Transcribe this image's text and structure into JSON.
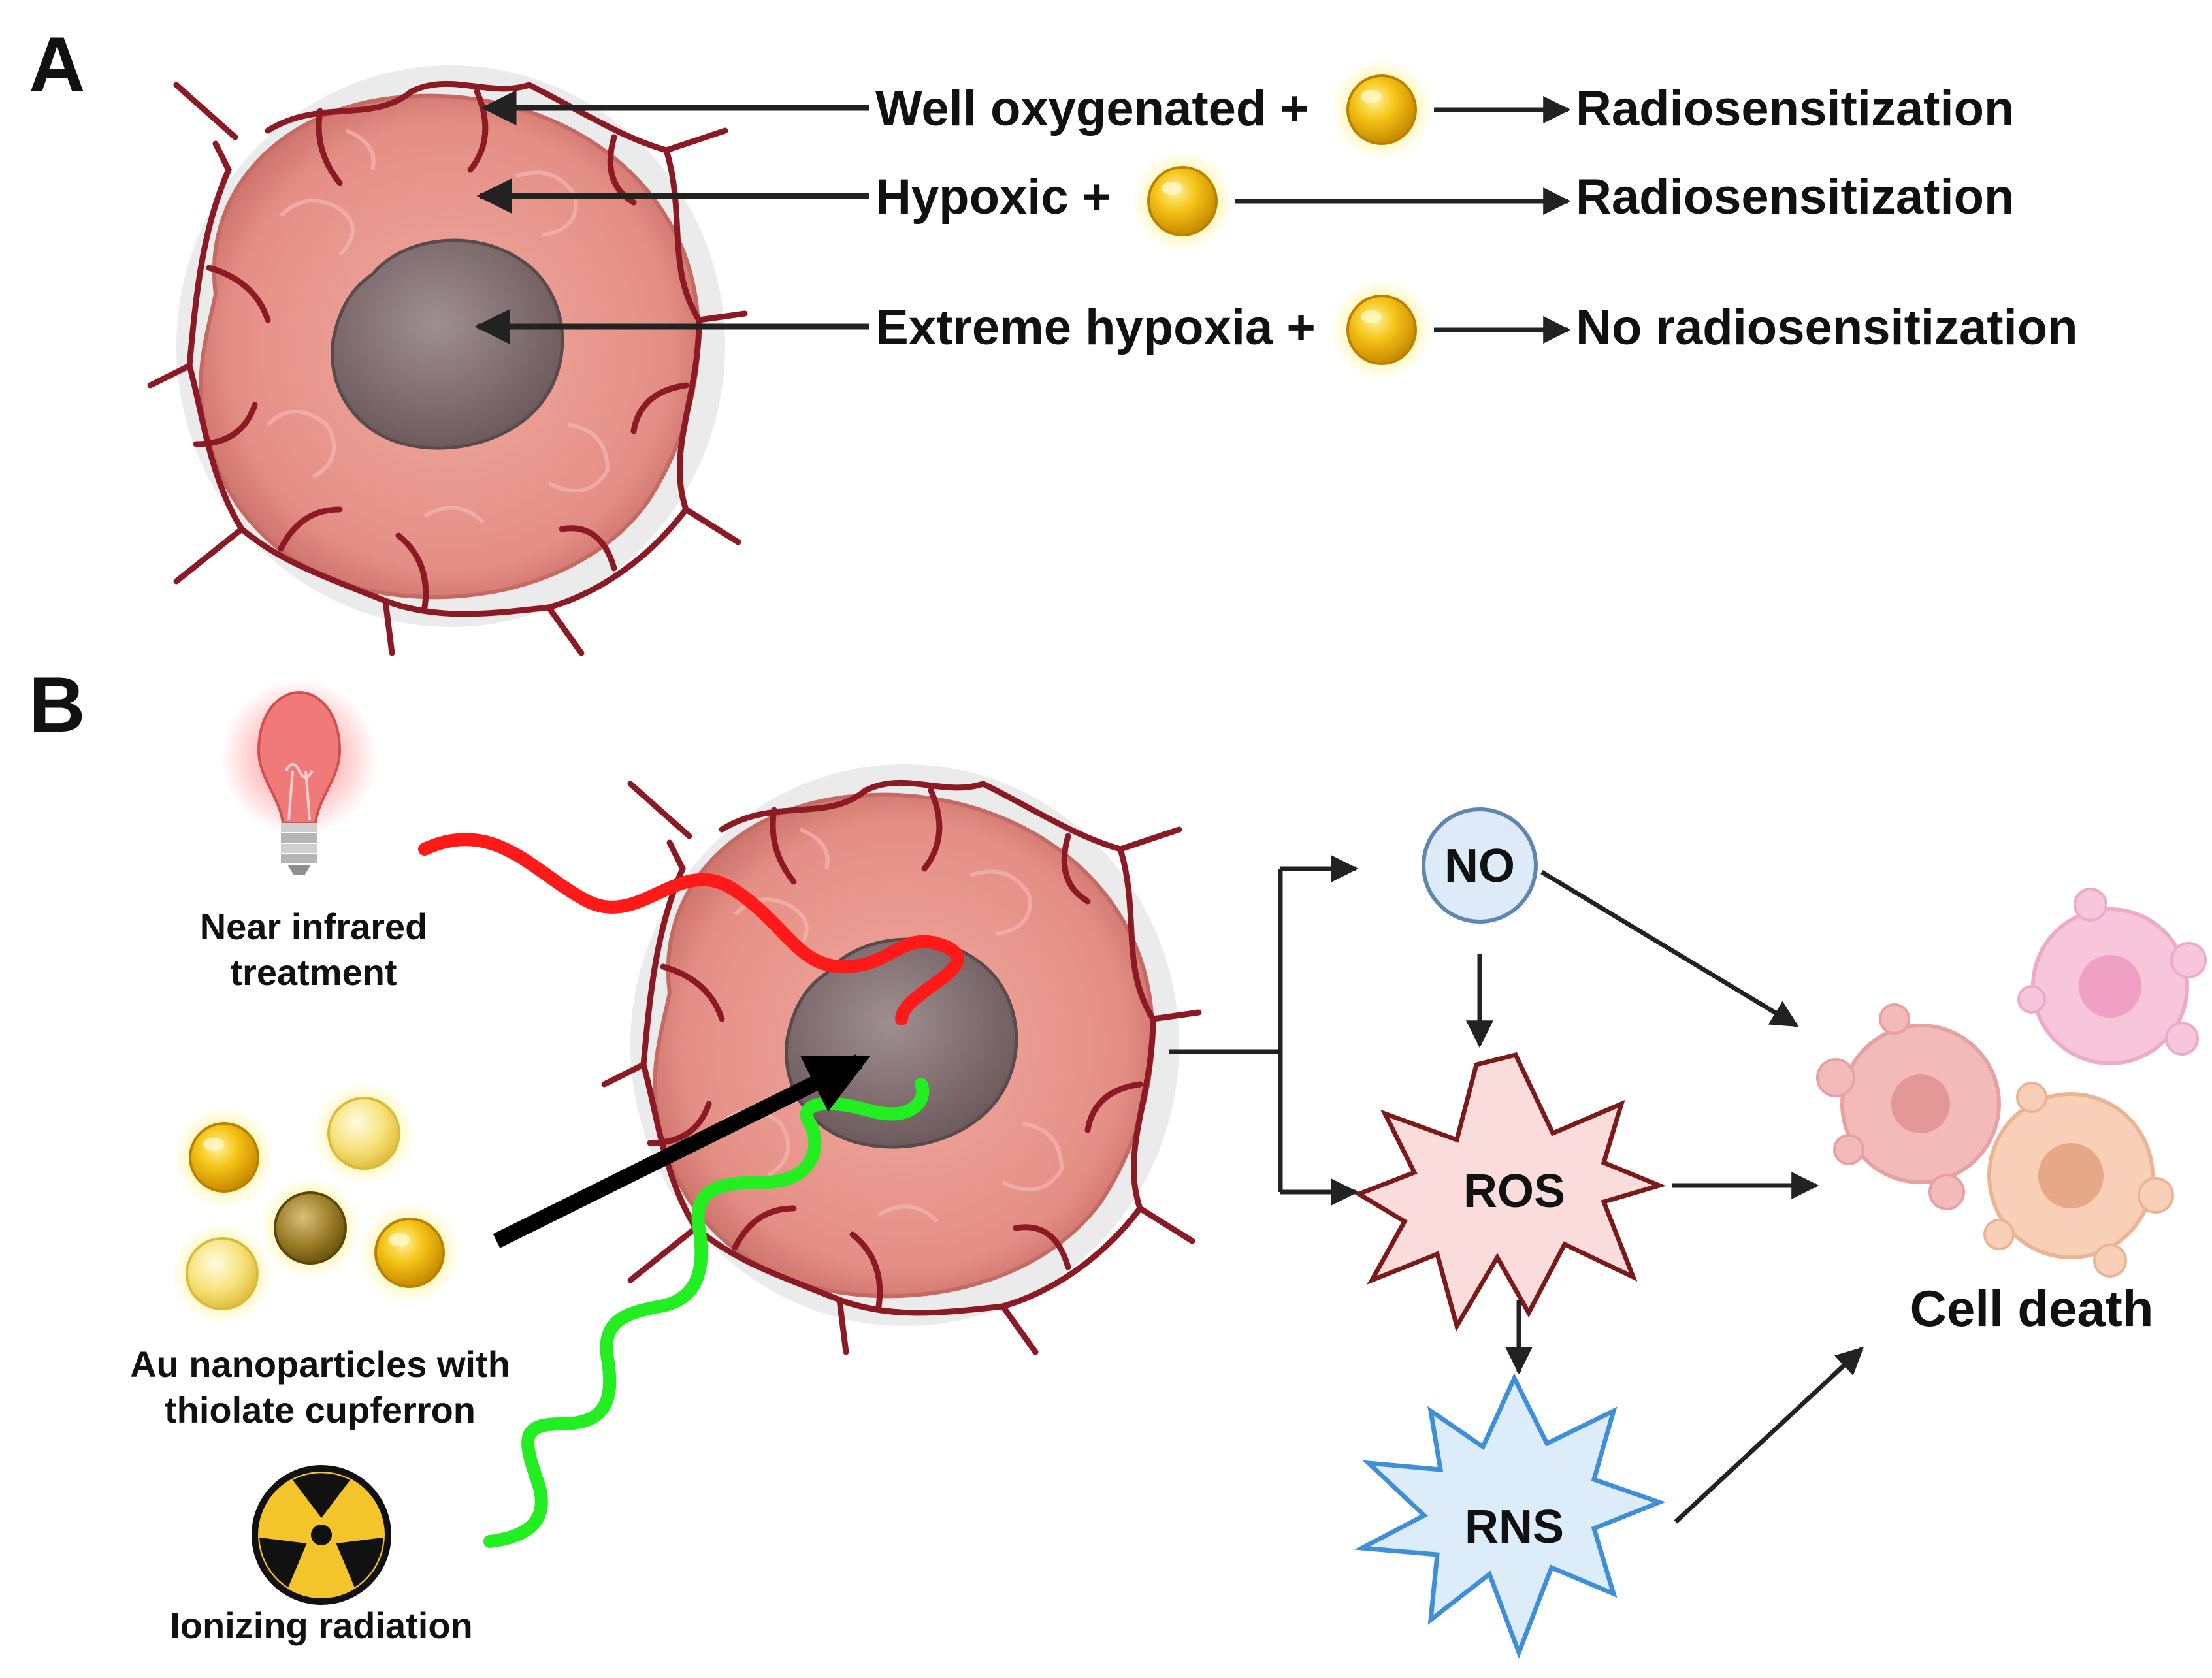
{
  "panel_a": {
    "letter": "A",
    "rows": [
      {
        "condition": "Well oxygenated +",
        "outcome": "Radiosensitization"
      },
      {
        "condition": "Hypoxic +",
        "outcome": "Radiosensitization"
      },
      {
        "condition": "Extreme hypoxia +",
        "outcome": "No radiosensitization"
      }
    ]
  },
  "panel_b": {
    "letter": "B",
    "inputs": {
      "nir": {
        "line1": "Near infrared",
        "line2": "treatment",
        "icon": "light-bulb-icon",
        "wave_color": "#ff1a1a"
      },
      "nanoparticles": {
        "line1": "Au nanoparticles with",
        "line2": "thiolate cupferron",
        "icon": "gold-nanoparticle-icon"
      },
      "radiation": {
        "line1": "Ionizing radiation",
        "icon": "radiation-icon",
        "wave_color": "#22ee22"
      }
    },
    "nodes": {
      "no": "NO",
      "ros": "ROS",
      "rns": "RNS"
    },
    "outcome": "Cell death"
  },
  "colors": {
    "tumor": "#e08f84",
    "necrotic_core": "#7d6868",
    "vessel": "#8b1a24",
    "gold": "#f2b705",
    "no_fill": "#dcebf7",
    "ros_fill": "#fbdcdc",
    "ros_stroke": "#7a1a1a",
    "rns_fill": "#dcecf9",
    "rns_stroke": "#3f8fd8"
  }
}
